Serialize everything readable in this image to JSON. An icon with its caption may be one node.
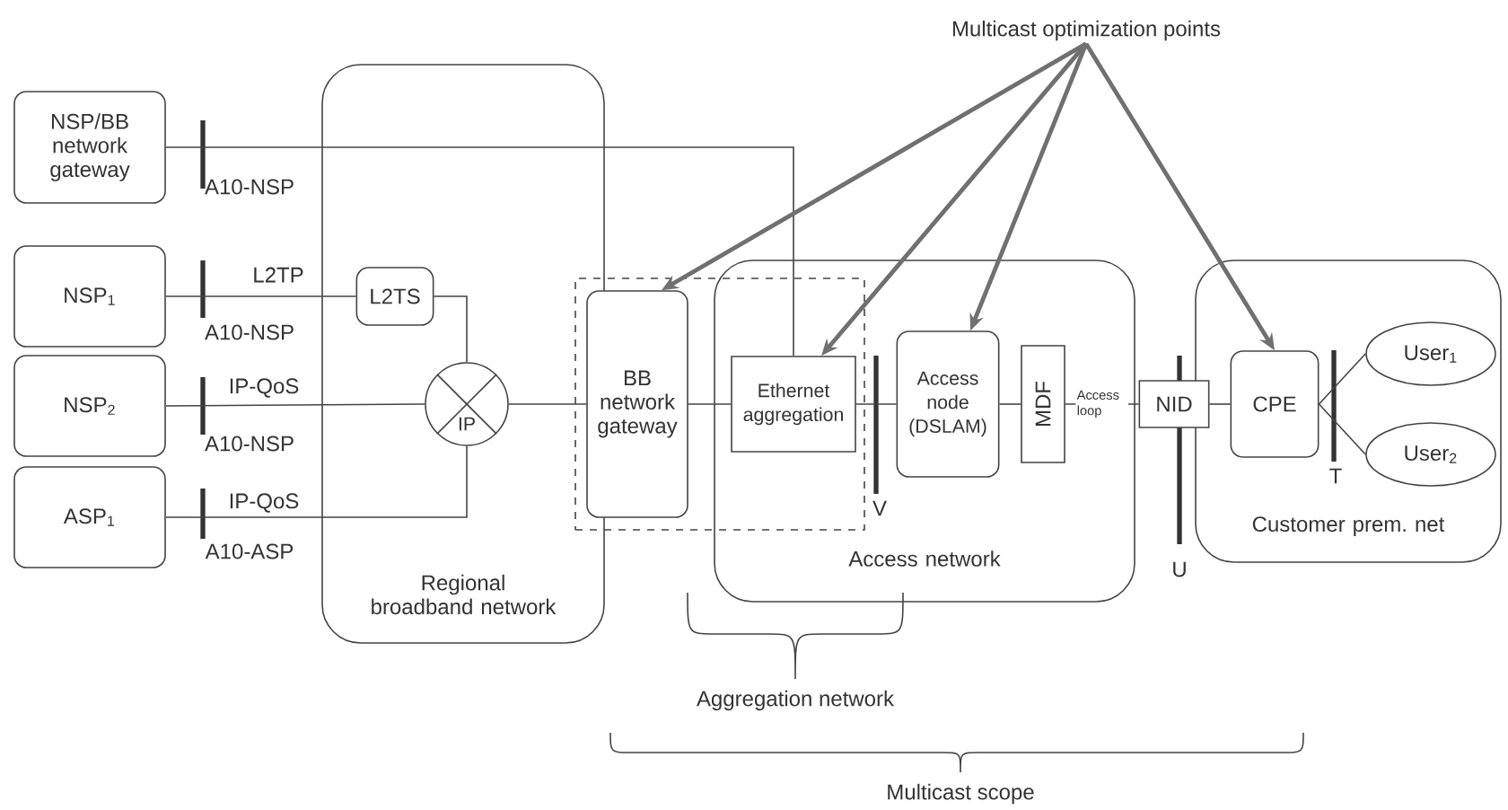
{
  "diagram": {
    "nodes": [
      {
        "text": [
          "NSP/BB network gateway"
        ]
      },
      {
        "text": [
          "NSP$_{1}$"
        ]
      },
      {
        "text": [
          "NSP$_{2}$"
        ]
      },
      {
        "text": [
          "ASP$_{1}$"
        ]
      },
      {
        "text": [
          "Regional broadband network"
        ]
      },
      {
        "text": [
          "L2TS"
        ],
        "in": 4
      },
      {
        "text": [
          "IP"
        ],
        "in": 4
      },
      {
        "text": [],
        "shape": "box"
      },
      {
        "text": [
          "BB network gateway"
        ],
        "in": 7
      },
      {
        "text": [
          "Access network"
        ]
      },
      {
        "text": [
          "Ethernet aggregation"
        ]
      },
      {
        "text": [
          "Access node (DSLAM)"
        ],
        "in": 9
      },
      {
        "text": [
          "MDF"
        ],
        "in": 9
      },
      {
        "text": [
          "NID"
        ]
      },
      {
        "text": [
          "Customer prem. net"
        ]
      },
      {
        "text": [
          "CPE"
        ],
        "in": 14
      },
      {
        "text": [
          "User$_{1}$"
        ],
        "in": 14
      },
      {
        "text": [
          "User$_{2}$"
        ],
        "in": 14
      },
      {
        "text": [
          "Multicast optimization points"
        ]
      }
    ],
    "edges": [
      {
        "from": 0,
        "to": 10,
        "arrow": "none"
      },
      {
        "from": 1,
        "to": 5,
        "arrow": "none"
      },
      {
        "from": 5,
        "to": 6,
        "arrow": "none"
      },
      {
        "from": 2,
        "to": 6,
        "arrow": "none"
      },
      {
        "from": 3,
        "to": 6,
        "arrow": "none"
      },
      {
        "from": 6,
        "to": 8,
        "arrow": "none"
      },
      {
        "from": 8,
        "to": 10,
        "arrow": "none"
      },
      {
        "from": 10,
        "to": 11,
        "arrow": "none"
      },
      {
        "from": 11,
        "to": 12,
        "arrow": "none"
      },
      {
        "from": 12,
        "to": 13,
        "arrow": "none",
        "label": "Access loop"
      },
      {
        "from": 13,
        "to": 15,
        "arrow": "none"
      },
      {
        "from": 15,
        "to": 16,
        "arrow": "none"
      },
      {
        "from": 15,
        "to": 17,
        "arrow": "none"
      },
      {
        "from": 18,
        "to": 8,
        "arrow": "to",
        "style": "thick",
        "color": "#707070"
      },
      {
        "from": 18,
        "to": 10,
        "arrow": "to",
        "style": "thick",
        "color": "#707070"
      },
      {
        "from": 18,
        "to": 11,
        "arrow": "to",
        "style": "thick",
        "color": "#707070"
      },
      {
        "from": 18,
        "to": 15,
        "arrow": "to",
        "style": "thick",
        "color": "#707070"
      }
    ],
    "labels": [
      "A10-NSP",
      "L2TP",
      "A10-NSP",
      "IP-QoS",
      "A10-NSP",
      "IP-QoS",
      "A10-ASP",
      "V",
      "U",
      "T",
      "Aggregation network",
      "Multicast scope"
    ]
  }
}
